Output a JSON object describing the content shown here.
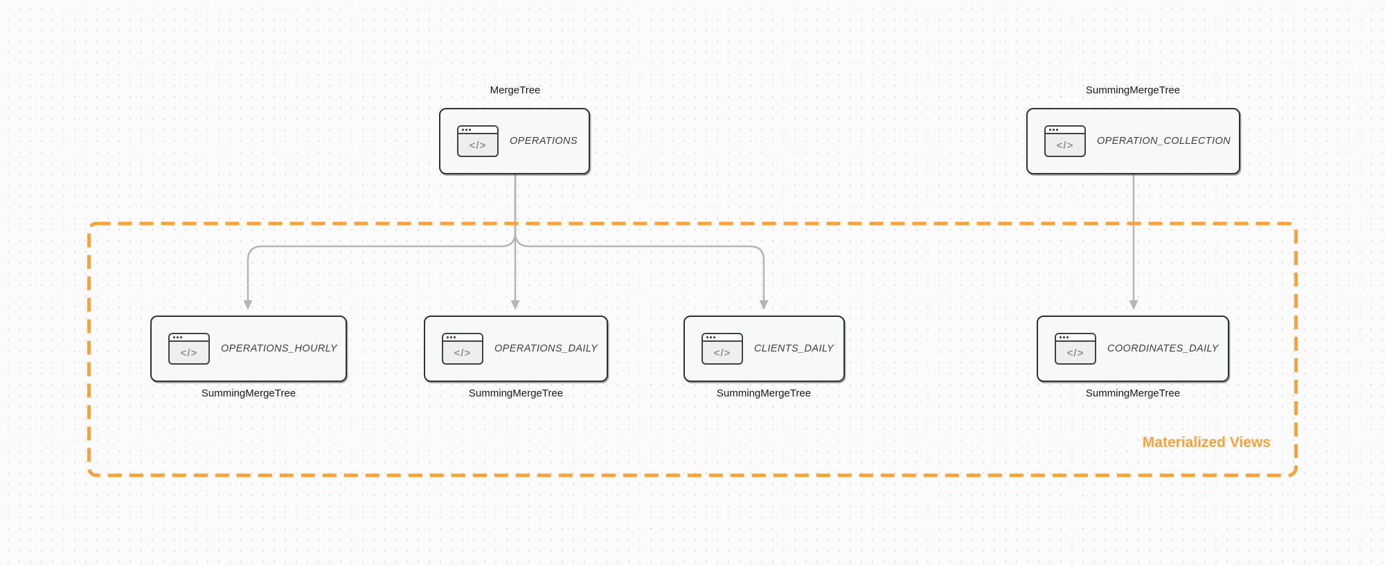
{
  "diagram": {
    "region_label": "Materialized Views",
    "accent_orange": "#F8A23C",
    "arrow_color": "#B5B5B5",
    "node_border_color": "#2D3133",
    "node_fill_color": "#F7F8F8"
  },
  "icons": {
    "code_window_glyph": "</>"
  },
  "nodes": [
    {
      "id": "operations",
      "title": "OPERATIONS",
      "engine_label": "MergeTree",
      "engine_label_position": "above"
    },
    {
      "id": "operation-collection",
      "title": "OPERATION_COLLECTION",
      "engine_label": "SummingMergeTree",
      "engine_label_position": "above"
    },
    {
      "id": "operations-hourly",
      "title": "OPERATIONS_HOURLY",
      "engine_label": "SummingMergeTree",
      "engine_label_position": "below"
    },
    {
      "id": "operations-daily",
      "title": "OPERATIONS_DAILY",
      "engine_label": "SummingMergeTree",
      "engine_label_position": "below"
    },
    {
      "id": "clients-daily",
      "title": "CLIENTS_DAILY",
      "engine_label": "SummingMergeTree",
      "engine_label_position": "below"
    },
    {
      "id": "coordinates-daily",
      "title": "COORDINATES_DAILY",
      "engine_label": "SummingMergeTree",
      "engine_label_position": "below"
    }
  ],
  "edges": [
    {
      "from": "OPERATIONS",
      "to": "OPERATIONS_HOURLY"
    },
    {
      "from": "OPERATIONS",
      "to": "OPERATIONS_DAILY"
    },
    {
      "from": "OPERATIONS",
      "to": "CLIENTS_DAILY"
    },
    {
      "from": "OPERATION_COLLECTION",
      "to": "COORDINATES_DAILY"
    }
  ]
}
